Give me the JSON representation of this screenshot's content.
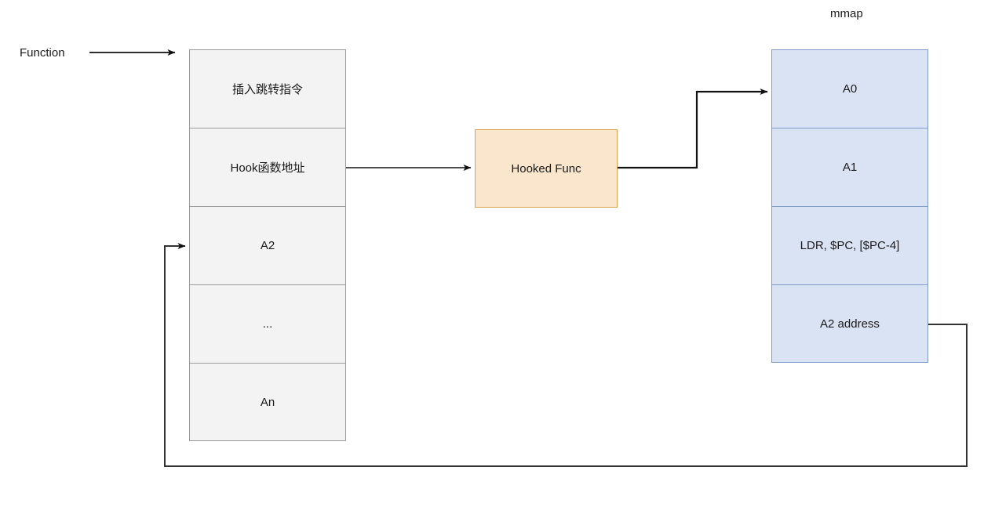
{
  "diagram": {
    "title_labels": {
      "function_label": "Function",
      "mmap_label": "mmap"
    },
    "function_table": {
      "name": "Function",
      "fill_color": "#f3f3f3",
      "border_color": "#9a9a9a",
      "rows": [
        {
          "label": "插入跳转指令"
        },
        {
          "label": "Hook函数地址"
        },
        {
          "label": "A2"
        },
        {
          "label": "..."
        },
        {
          "label": "An"
        }
      ]
    },
    "hooked_func": {
      "label": "Hooked Func",
      "fill_color": "#fae5cd",
      "border_color": "#d6a450"
    },
    "mmap_table": {
      "name": "mmap",
      "fill_color": "#dae3f3",
      "border_color": "#7f9cc8",
      "rows": [
        {
          "label": "A0"
        },
        {
          "label": "A1"
        },
        {
          "label": "LDR, $PC, [$PC-4]"
        },
        {
          "label": "A2 address"
        }
      ]
    },
    "connectors": [
      {
        "id": "function-to-table",
        "from": "Function",
        "to": "插入跳转指令",
        "arrowhead": true
      },
      {
        "id": "hookaddr-to-hookedfunc",
        "from": "Hook函数地址",
        "to": "Hooked Func",
        "arrowhead": true
      },
      {
        "id": "hookedfunc-to-a0",
        "from": "Hooked Func",
        "to": "A0",
        "arrowhead": true
      },
      {
        "id": "a2address-to-a2",
        "from": "A2 address",
        "to": "A2",
        "arrowhead": true
      }
    ],
    "stroke_color": "#333333"
  }
}
